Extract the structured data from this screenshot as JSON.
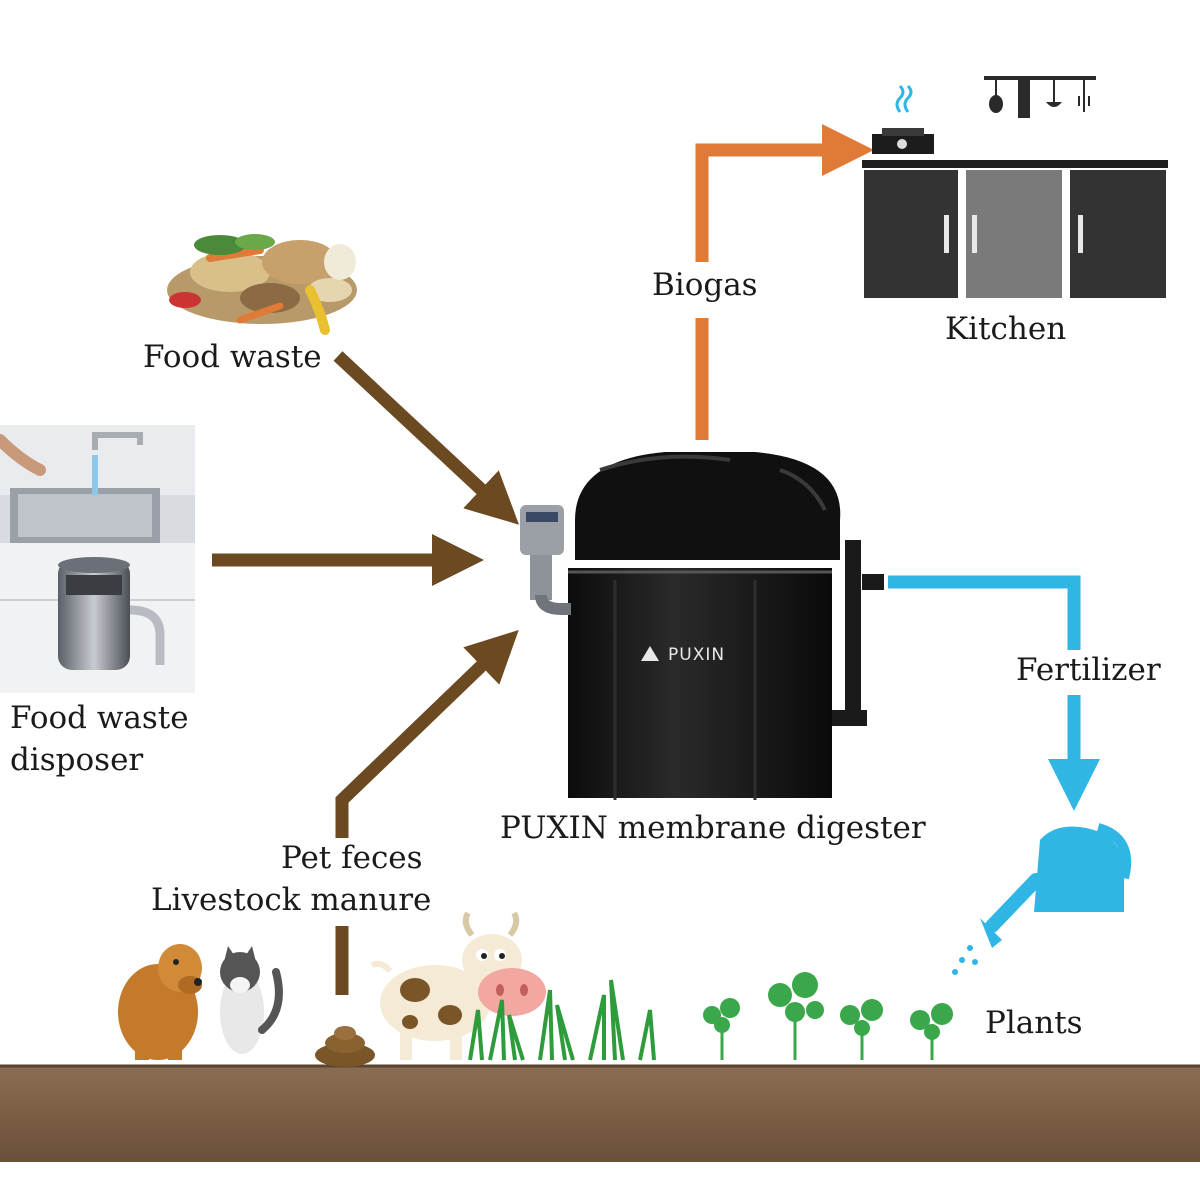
{
  "labels": {
    "food_waste": "Food waste",
    "disposer_line1": "Food waste",
    "disposer_line2": "disposer",
    "biogas": "Biogas",
    "kitchen": "Kitchen",
    "fertilizer": "Fertilizer",
    "digester": "PUXIN  membrane digester",
    "pet_feces": "Pet feces",
    "livestock_manure": "Livestock manure",
    "plants": "Plants",
    "brand": "PUXIN"
  },
  "colors": {
    "input_arrow": "#6b4a22",
    "biogas_arrow": "#e07a37",
    "fertilizer_arrow": "#2fb6e4",
    "ground": "#7a5f45",
    "digester": "#141414",
    "kitchen_cabinet": "#2e2e2e",
    "plant_green": "#3aa84a"
  },
  "icons": [
    "food-waste-icon",
    "sink-disposer-icon",
    "kitchen-icon",
    "stove-icon",
    "utensil-rack-icon",
    "digester-icon",
    "watering-can-icon",
    "dog-icon",
    "cat-icon",
    "cow-icon",
    "manure-icon",
    "plant-icon",
    "grass-icon"
  ]
}
